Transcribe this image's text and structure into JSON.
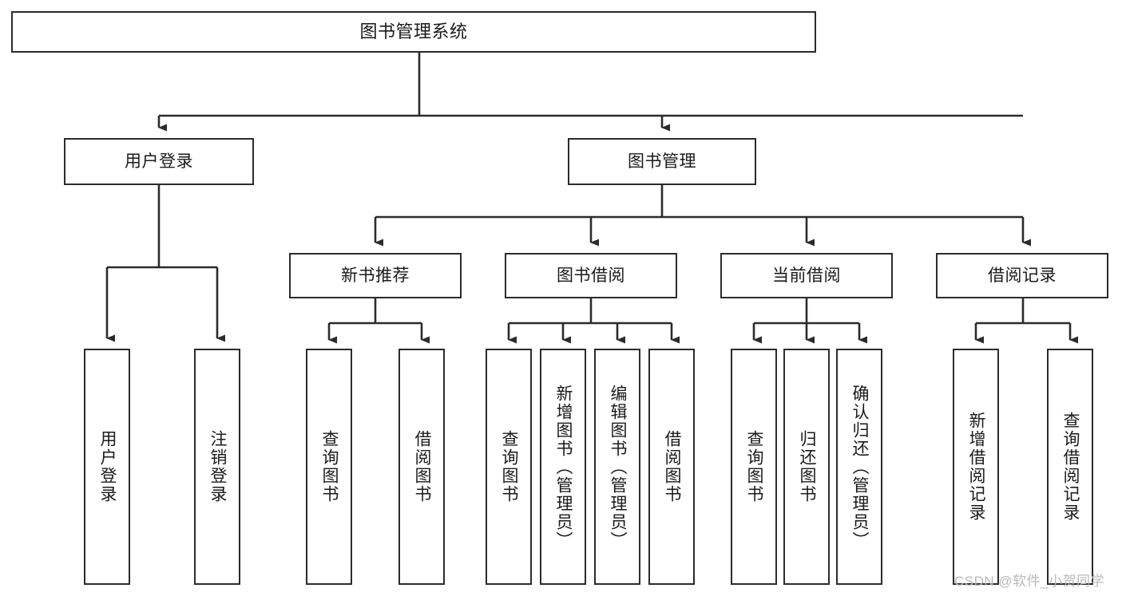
{
  "diagram": {
    "title": "图书管理系统",
    "type": "tree-hierarchy",
    "root": {
      "label": "图书管理系统"
    },
    "level2": [
      {
        "label": "用户登录"
      },
      {
        "label": "图书管理"
      }
    ],
    "level3": [
      {
        "label": "新书推荐"
      },
      {
        "label": "图书借阅"
      },
      {
        "label": "当前借阅"
      },
      {
        "label": "借阅记录"
      }
    ],
    "leaves": [
      {
        "label": "用户登录"
      },
      {
        "label": "注销登录"
      },
      {
        "label": "查询图书"
      },
      {
        "label": "借阅图书"
      },
      {
        "label": "查询图书"
      },
      {
        "label": "新增图书（管理员）"
      },
      {
        "label": "编辑图书（管理员）"
      },
      {
        "label": "借阅图书"
      },
      {
        "label": "查询图书"
      },
      {
        "label": "归还图书"
      },
      {
        "label": "确认归还（管理员）"
      },
      {
        "label": "新增借阅记录"
      },
      {
        "label": "查询借阅记录"
      }
    ]
  },
  "watermark": {
    "text": "CSDN @软件_小贺同学"
  },
  "colors": {
    "stroke": "#2b2b2b",
    "fill": "#ffffff",
    "text": "#1a1a1a",
    "watermark": "#b9b9b9"
  }
}
